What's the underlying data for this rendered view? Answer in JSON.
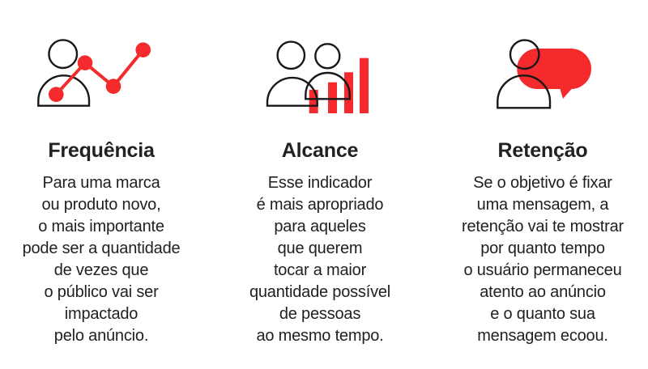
{
  "colors": {
    "background": "#ffffff",
    "accent_red": "#F42A2C",
    "outline": "#181818",
    "text": "#202124"
  },
  "columns": [
    {
      "id": "frequencia",
      "icon": "person-line-chart-icon",
      "title": "Frequência",
      "body": "Para uma marca\nou produto novo,\no mais importante\npode ser a quantidade\nde vezes que\no público vai ser\nimpactado\npelo anúncio."
    },
    {
      "id": "alcance",
      "icon": "people-bar-chart-icon",
      "title": "Alcance",
      "body": "Esse indicador\né mais apropriado\npara aqueles\nque querem\ntocar a maior\nquantidade possível\nde pessoas\nao mesmo tempo."
    },
    {
      "id": "retencao",
      "icon": "person-speech-bubble-icon",
      "title": "Retenção",
      "body": "Se o objetivo é fixar\numa mensagem, a\nretenção vai te mostrar\npor quanto tempo\no usuário permaneceu\natento ao anúncio\ne o quanto sua\nmensagem ecoou."
    }
  ]
}
